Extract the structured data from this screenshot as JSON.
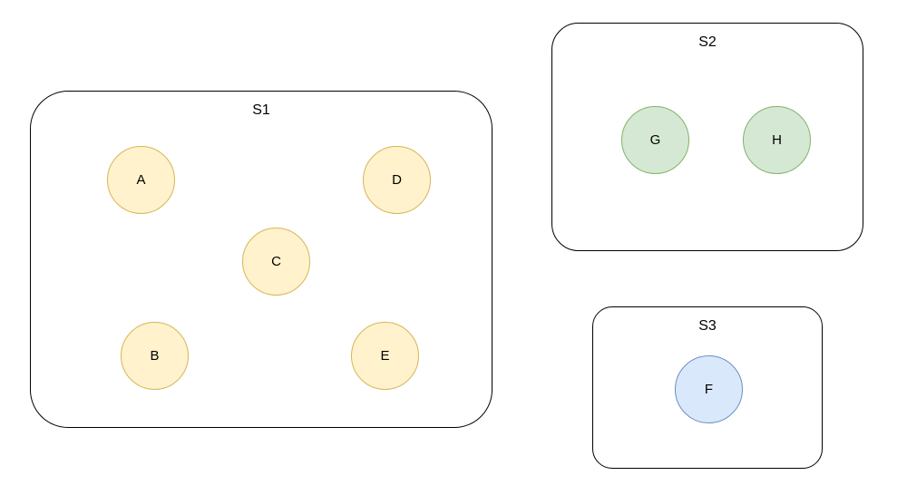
{
  "diagram_type": "set-grouping-diagram",
  "sets": [
    {
      "label": "S1",
      "fill": "#ffffff",
      "stroke": "#000000",
      "nodes": [
        {
          "label": "A",
          "fill": "#fff2cc",
          "stroke": "#d6b656"
        },
        {
          "label": "D",
          "fill": "#fff2cc",
          "stroke": "#d6b656"
        },
        {
          "label": "C",
          "fill": "#fff2cc",
          "stroke": "#d6b656"
        },
        {
          "label": "B",
          "fill": "#fff2cc",
          "stroke": "#d6b656"
        },
        {
          "label": "E",
          "fill": "#fff2cc",
          "stroke": "#d6b656"
        }
      ]
    },
    {
      "label": "S2",
      "fill": "#ffffff",
      "stroke": "#000000",
      "nodes": [
        {
          "label": "G",
          "fill": "#d5e8d4",
          "stroke": "#82b366"
        },
        {
          "label": "H",
          "fill": "#d5e8d4",
          "stroke": "#82b366"
        }
      ]
    },
    {
      "label": "S3",
      "fill": "#ffffff",
      "stroke": "#000000",
      "nodes": [
        {
          "label": "F",
          "fill": "#dae8fc",
          "stroke": "#6c8ebf"
        }
      ]
    }
  ],
  "colors": {
    "background": "#ffffff",
    "container_stroke": "#000000",
    "text": "#000000",
    "yellow_fill": "#fff2cc",
    "yellow_stroke": "#d6b656",
    "green_fill": "#d5e8d4",
    "green_stroke": "#82b366",
    "blue_fill": "#dae8fc",
    "blue_stroke": "#6c8ebf"
  }
}
